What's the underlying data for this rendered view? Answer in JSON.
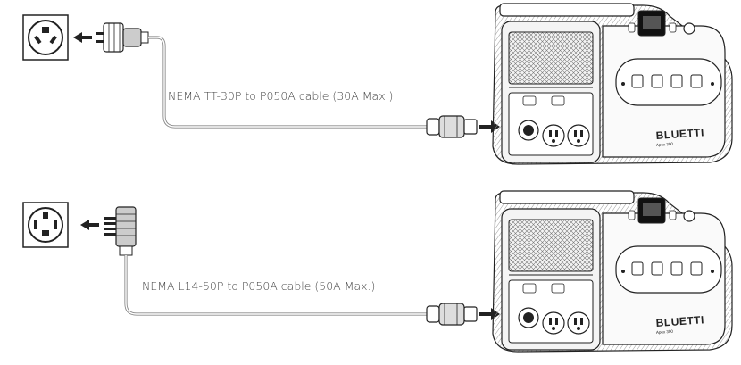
{
  "cables": [
    {
      "caption": "NEMA TT-30P to P050A cable (30A Max.)"
    },
    {
      "caption": "NEMA L14-50P to P050A cable (50A Max.)"
    }
  ],
  "station": {
    "brand": "BLUETTI",
    "model": "Apex 300"
  },
  "colors": {
    "line": "#222222",
    "cable": "#8a8a8a",
    "hatch": "#bbbbbb"
  }
}
